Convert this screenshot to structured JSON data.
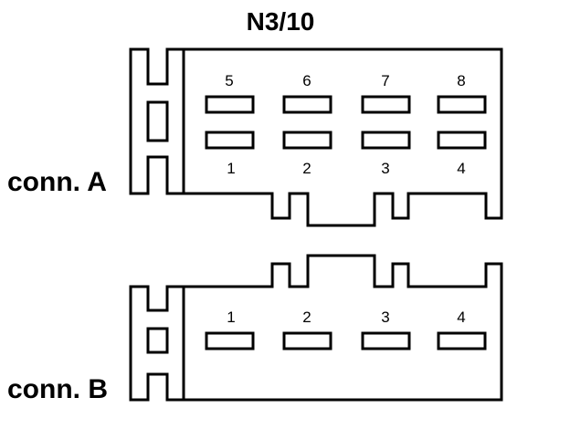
{
  "title": "N3/10",
  "connector_a": {
    "label": "conn. A",
    "pins_top": [
      "5",
      "6",
      "7",
      "8"
    ],
    "pins_bottom": [
      "1",
      "2",
      "3",
      "4"
    ]
  },
  "connector_b": {
    "label": "conn. B",
    "pins": [
      "1",
      "2",
      "3",
      "4"
    ]
  }
}
